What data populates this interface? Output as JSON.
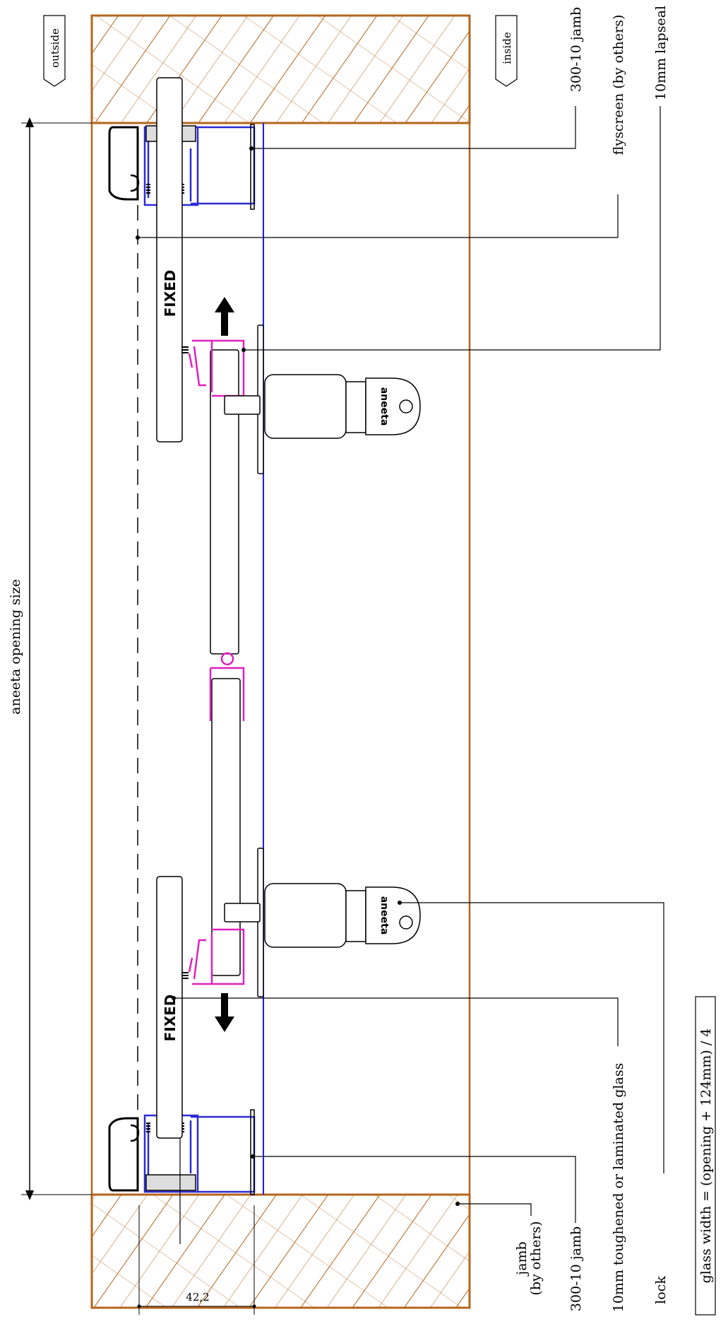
{
  "labels": {
    "outside": "outside",
    "inside": "inside",
    "opening_size": "aneeta opening size",
    "jamb_top": "300-10 jamb",
    "flyscreen": "flyscreen (by others)",
    "lapseal": "10mm lapseal",
    "jamb_others_1": "jamb",
    "jamb_others_2": "(by others)",
    "jamb_bottom": "300-10 jamb",
    "glass": "10mm toughened or laminated glass",
    "lock": "lock",
    "formula": "glass width = (opening + 124mm) / 4",
    "fixed": "FIXED",
    "dimension": "42,2",
    "key_brand": "aneeta"
  },
  "colors": {
    "wall": "#b5651d",
    "frame": "#2b2bd6",
    "lapseal": "#e020c0",
    "glass_line": "#1a1aff",
    "line": "#000000"
  },
  "icons": {
    "arrow_up": "arrow-up-icon",
    "arrow_down": "arrow-down-icon",
    "lock": "lock-key-icon"
  }
}
